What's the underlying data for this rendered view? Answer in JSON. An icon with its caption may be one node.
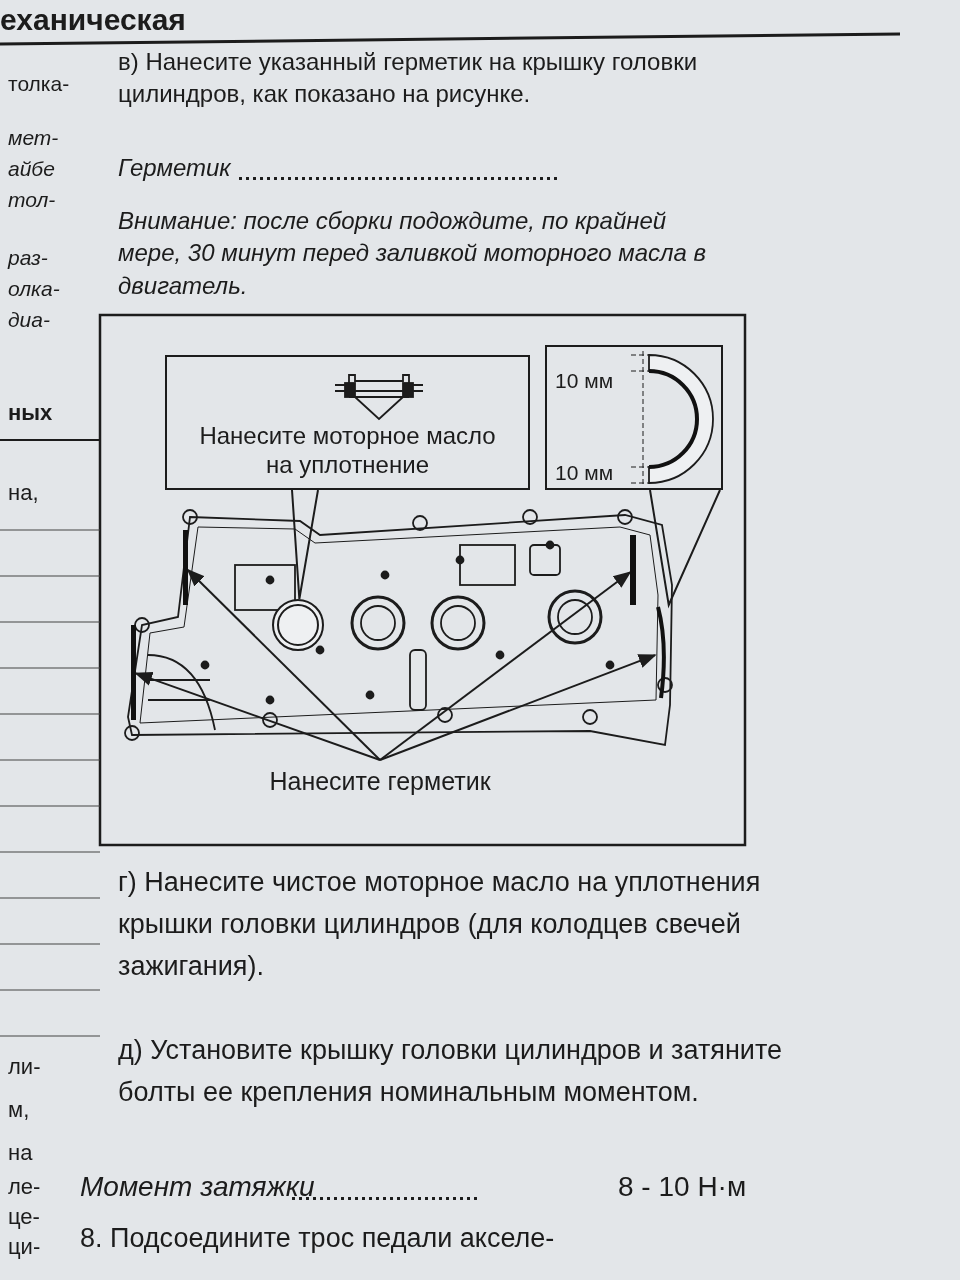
{
  "diagram": {
    "nodes": [
      {
        "text": [
          "Нанесите моторное масло на уплотнение"
        ]
      },
      {
        "text": [],
        "shape": "picture"
      },
      {
        "text": [],
        "shape": "picture"
      },
      {
        "text": [],
        "shape": "circle",
        "in": 2
      },
      {
        "text": [],
        "shape": "bar",
        "in": 2
      },
      {
        "text": [],
        "shape": "bar",
        "in": 2
      },
      {
        "text": [],
        "shape": "bar",
        "in": 2
      },
      {
        "text": [],
        "shape": "bar",
        "in": 2
      },
      {
        "text": [
          "Нанесите герметик"
        ]
      }
    ],
    "edges": [
      {
        "from": 0,
        "to": 3,
        "arrow": "none"
      },
      {
        "from": 1,
        "to": 7,
        "arrow": "none"
      },
      {
        "from": 8,
        "to": 4,
        "arrow": "to"
      },
      {
        "from": 8,
        "to": 5,
        "arrow": "to"
      },
      {
        "from": 8,
        "to": 6,
        "arrow": "to"
      },
      {
        "from": 8,
        "to": 7,
        "arrow": "to"
      }
    ],
    "labels": [
      "еханическая",
      "толка-",
      "мет-",
      "айбе",
      "тол-",
      "раз-",
      "олка-",
      "диа-",
      "ных",
      "на,",
      "ли-",
      "м,",
      "на",
      "ле-",
      "це-",
      "ци-",
      "в) Нанесите указанный герметик на крышку головки цилиндров, как показано на рисунке.",
      "Герметик",
      "Внимание: после сборки подождите, по крайней мере, 30 минут перед заливкой моторного масла в двигатель.",
      "10 мм",
      "10 мм",
      "г) Нанесите чистое моторное масло на уплотнения крышки головки цилиндров (для колодцев свечей зажигания).",
      "д) Установите крышку головки цилиндров и затяните болты ее крепления номинальным моментом.",
      "Момент затяжки",
      "8 - 10 Н·м",
      "8. Подсоедините трос педали акселе-"
    ]
  }
}
